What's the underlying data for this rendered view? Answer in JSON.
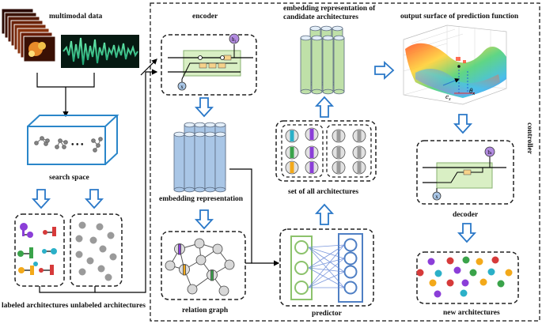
{
  "labels": {
    "multimodal": "multimodal data",
    "search_space": "search space",
    "labeled": "labeled architectures",
    "unlabeled": "unlabeled architectures",
    "encoder": "encoder",
    "embedding_rep": "embedding representation",
    "relation_graph": "relation graph",
    "candidate_line1": "embedding representation of",
    "candidate_line2": "candidate architectures",
    "set_all": "set of all architectures",
    "predictor": "predictor",
    "output_surface": "output surface of prediction function",
    "decoder": "decoder",
    "new_arch": "new architectures",
    "controller": "controller"
  },
  "symbols": {
    "h1": "h₁",
    "x": "x",
    "ht": "hₜ",
    "dots": "• • •"
  },
  "surface_axes": {
    "e": "e",
    "e_sub": "x",
    "theta": "θ",
    "theta_sub": "x"
  },
  "colors": {
    "arrow_blue": "#2a78c8",
    "cylinder_blue": "#a9c6e6",
    "cylinder_green": "#bfe0a8",
    "predictor_green": "#8cc26c",
    "predictor_blue": "#4f7fc4",
    "cube_blue": "#2a86c9",
    "purple": "#8b3ed8",
    "red": "#d63a3a",
    "teal": "#2bb0c8",
    "green": "#3aa34a",
    "orange": "#f3a91a",
    "gray": "#9a9a9a"
  }
}
